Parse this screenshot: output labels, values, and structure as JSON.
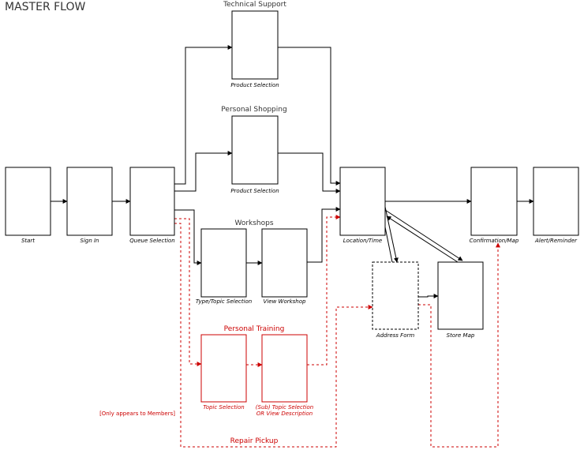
{
  "diagram": {
    "title": "MASTER FLOW",
    "groups": {
      "technical_support": "Technical Support",
      "personal_shopping": "Personal Shopping",
      "workshops": "Workshops",
      "personal_training": "Personal Training",
      "repair_pickup": "Repair Pickup"
    },
    "screens": {
      "start": "Start",
      "sign_in": "Sign In",
      "queue_selection": "Queue Selection",
      "product_selection_tech": "Product Selection",
      "product_selection_shopping": "Product Selection",
      "type_topic_selection": "Type/Topic Selection",
      "view_workshop": "View Workshop",
      "topic_selection": "Topic Selection",
      "subtopic_line1": "(Sub) Topic Selection",
      "subtopic_line2": "OR View Description",
      "location_time": "Location/Time",
      "address_form": "Address Form",
      "store_map": "Store Map",
      "confirmation_map": "Confirmation/Map",
      "alert_reminder": "Alert/Reminder"
    },
    "note_members": "[Only appears to Members]",
    "colors": {
      "main": "#000000",
      "member_flow": "#cc0000"
    }
  }
}
